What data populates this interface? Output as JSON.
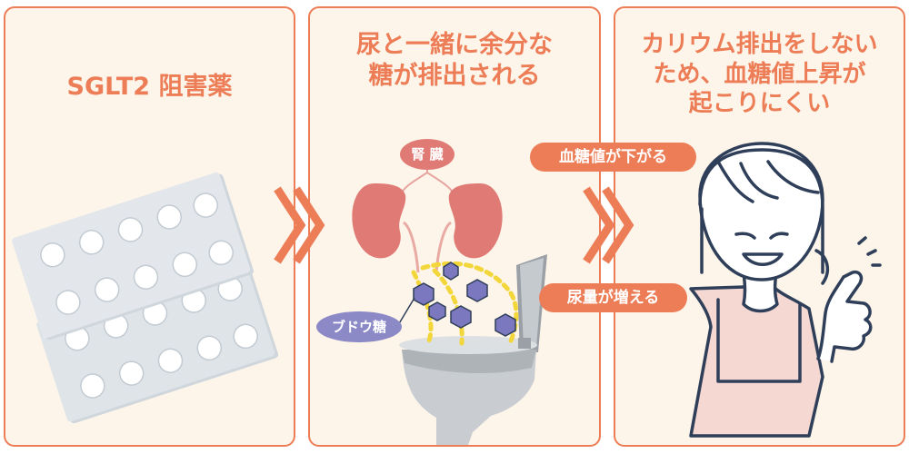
{
  "panels": [
    {
      "title_lines": [
        "SGLT2 阻害薬"
      ]
    },
    {
      "title_lines": [
        "尿と一緒に余分な",
        "糖が排出される"
      ]
    },
    {
      "title_lines": [
        "カリウム排出をしない",
        "ため、血糖値上昇が",
        "起こりにくい"
      ]
    }
  ],
  "labels": {
    "kidney": "腎 臓",
    "glucose": "ブドウ糖",
    "blood_sugar_down": "血糖値が下がる",
    "urine_increase": "尿量が増える"
  },
  "icons": [
    "pill-blister-pack-icon",
    "kidney-icon",
    "glucose-molecule-icon",
    "toilet-icon",
    "woman-pointing-icon",
    "chevron-arrow-icon"
  ],
  "colors": {
    "accent": "#ec7d56",
    "panel_bg": "#fdf5ea",
    "kidney": "#e07a74",
    "glucose": "#8b89c6",
    "urine_dots": "#f3d73a",
    "outline": "#2f3f59"
  }
}
